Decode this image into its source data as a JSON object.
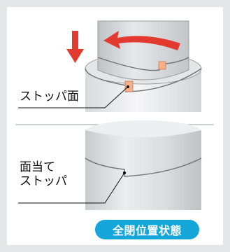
{
  "labels": {
    "stopper_face": "ストッパ面",
    "contact_line1": "面当て",
    "contact_line2": "ストッパ"
  },
  "badge": {
    "text": "全閉位置状態"
  },
  "colors": {
    "frame": "#e5e6e8",
    "panel": "#ffffff",
    "arrow_red": "#e23a2f",
    "stopper_orange": "#f6b08a",
    "badge_blue": "#14a6d8",
    "cylinder_gray": "#cfd3d6"
  },
  "icons": {
    "down_arrow": "down-arrow-icon",
    "rotation_arrow": "rotation-arrow-icon"
  }
}
